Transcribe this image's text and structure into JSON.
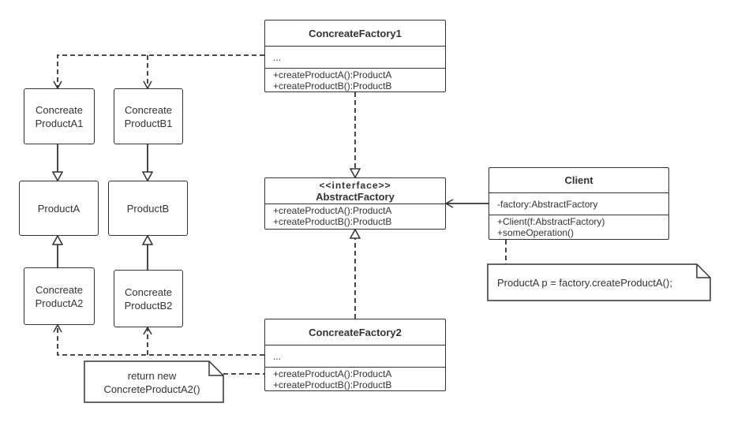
{
  "products": {
    "a1": "Concreate\nProductA1",
    "b1": "Concreate\nProductB1",
    "a": "ProductA",
    "b": "ProductB",
    "a2": "Concreate\nProductA2",
    "b2": "Concreate\nProductB2"
  },
  "factory1": {
    "name": "ConcreateFactory1",
    "attributes": "...",
    "methods": [
      "+createProductA():ProductA",
      "+createProductB():ProductB"
    ]
  },
  "abstract_factory": {
    "stereotype": "<<interface>>",
    "name": "AbstractFactory",
    "methods": [
      "+createProductA():ProductA",
      "+createProductB():ProductB"
    ]
  },
  "factory2": {
    "name": "ConcreateFactory2",
    "attributes": "...",
    "methods": [
      "+createProductA():ProductA",
      "+createProductB():ProductB"
    ]
  },
  "client": {
    "name": "Client",
    "attributes": "-factory:AbstractFactory",
    "methods": [
      "+Client(f:AbstractFactory)",
      "+someOperation()"
    ]
  },
  "notes": {
    "client_note": "ProductA p = factory.createProductA();",
    "factory2_note": "return new\nConcreteProductA2()"
  }
}
